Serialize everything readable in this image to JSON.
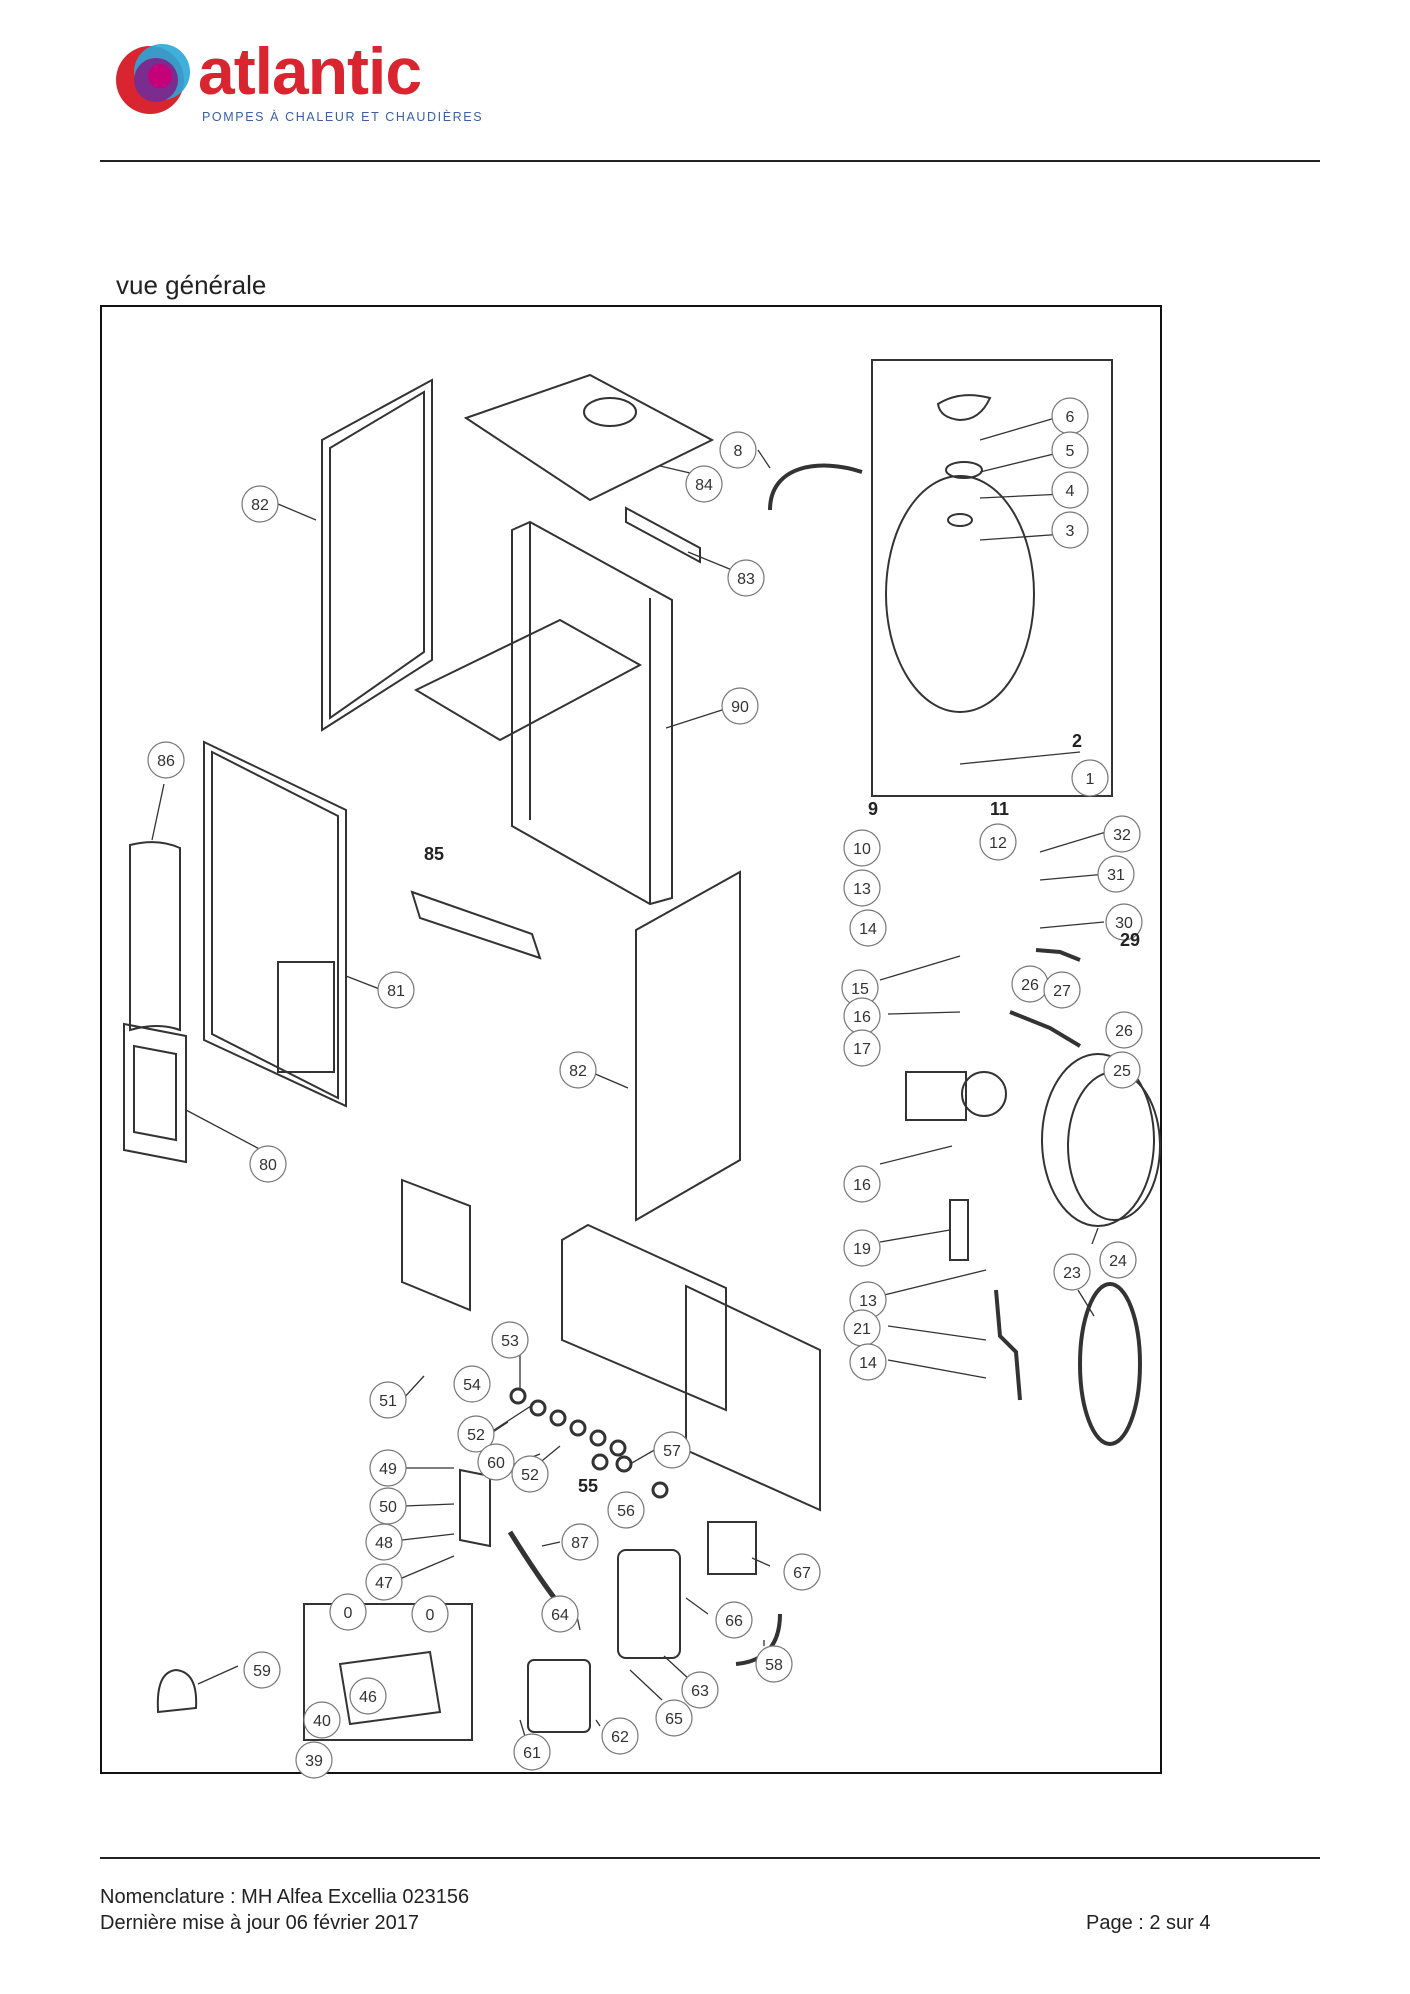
{
  "header": {
    "brand": "atlantic",
    "tagline": "POMPES À CHALEUR ET CHAUDIÈRES",
    "brand_color": "#d8252f",
    "tagline_color": "#3a5fa8"
  },
  "section_title": "vue générale",
  "callouts": [
    {
      "label": "82"
    },
    {
      "label": "84"
    },
    {
      "label": "8"
    },
    {
      "label": "83"
    },
    {
      "label": "90"
    },
    {
      "label": "86"
    },
    {
      "label": "81"
    },
    {
      "label": "82"
    },
    {
      "label": "80"
    },
    {
      "label": "6"
    },
    {
      "label": "5"
    },
    {
      "label": "4"
    },
    {
      "label": "3"
    },
    {
      "label": "1"
    },
    {
      "label": "10"
    },
    {
      "label": "12"
    },
    {
      "label": "32"
    },
    {
      "label": "31"
    },
    {
      "label": "13"
    },
    {
      "label": "14"
    },
    {
      "label": "30"
    },
    {
      "label": "15"
    },
    {
      "label": "26"
    },
    {
      "label": "27"
    },
    {
      "label": "16"
    },
    {
      "label": "26"
    },
    {
      "label": "17"
    },
    {
      "label": "25"
    },
    {
      "label": "16"
    },
    {
      "label": "19"
    },
    {
      "label": "24"
    },
    {
      "label": "23"
    },
    {
      "label": "13"
    },
    {
      "label": "21"
    },
    {
      "label": "14"
    },
    {
      "label": "53"
    },
    {
      "label": "54"
    },
    {
      "label": "51"
    },
    {
      "label": "52"
    },
    {
      "label": "60"
    },
    {
      "label": "57"
    },
    {
      "label": "49"
    },
    {
      "label": "52"
    },
    {
      "label": "50"
    },
    {
      "label": "56"
    },
    {
      "label": "48"
    },
    {
      "label": "87"
    },
    {
      "label": "67"
    },
    {
      "label": "47"
    },
    {
      "label": "0"
    },
    {
      "label": "0"
    },
    {
      "label": "64"
    },
    {
      "label": "66"
    },
    {
      "label": "58"
    },
    {
      "label": "59"
    },
    {
      "label": "46"
    },
    {
      "label": "63"
    },
    {
      "label": "65"
    },
    {
      "label": "40"
    },
    {
      "label": "62"
    },
    {
      "label": "39"
    },
    {
      "label": "61"
    }
  ],
  "bold_labels": [
    {
      "label": "2"
    },
    {
      "label": "9"
    },
    {
      "label": "11"
    },
    {
      "label": "29"
    },
    {
      "label": "85"
    },
    {
      "label": "55"
    }
  ],
  "footer": {
    "nomenclature": "Nomenclature : MH Alfea Excellia 023156",
    "updated": "Dernière mise à jour 06 février 2017",
    "page": "Page : 2 sur 4"
  }
}
